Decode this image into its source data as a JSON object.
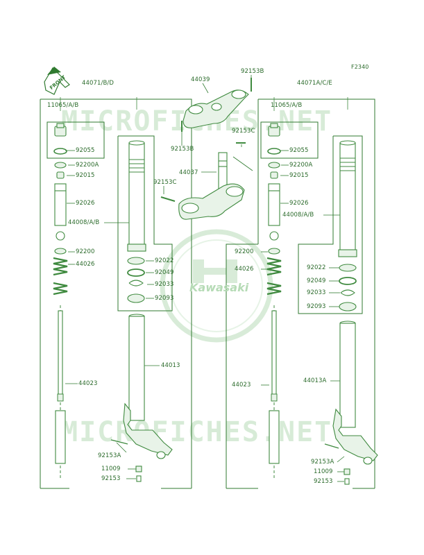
{
  "figure_code": "F2340",
  "front_label": "FRONT",
  "watermark_text": "MICROFICHES.NET",
  "brand_text": "Kawasaki",
  "colors": {
    "line": "#2f7a2f",
    "part": "#3f8a3f",
    "fill": "#e8f3e8",
    "watermark": "#b7dbb7"
  },
  "center": {
    "44039": "44039",
    "92153B_top": "92153B",
    "92153B_left": "92153B",
    "92153C_right": "92153C",
    "44037": "44037",
    "92153C_left": "92153C"
  },
  "left_fork": {
    "assy": "44071/B/D",
    "cap": "11065/A/B",
    "p92055": "92055",
    "p92200A": "92200A",
    "p92015": "92015",
    "p92026": "92026",
    "p44008": "44008/A/B",
    "p92200": "92200",
    "p44026": "44026",
    "p92022": "92022",
    "p92049": "92049",
    "p92033": "92033",
    "p92093": "92093",
    "p44013": "44013",
    "p44023": "44023",
    "p92153A": "92153A",
    "p11009": "11009",
    "p92153": "92153"
  },
  "right_fork": {
    "assy": "44071A/C/E",
    "cap": "11065/A/B",
    "p92055": "92055",
    "p92200A": "92200A",
    "p92015": "92015",
    "p92026": "92026",
    "p44008": "44008/A/B",
    "p92200": "92200",
    "p44026": "44026",
    "p92022": "92022",
    "p92049": "92049",
    "p92033": "92033",
    "p92093": "92093",
    "p44013A": "44013A",
    "p44023": "44023",
    "p92153A": "92153A",
    "p11009": "11009",
    "p92153": "92153"
  }
}
